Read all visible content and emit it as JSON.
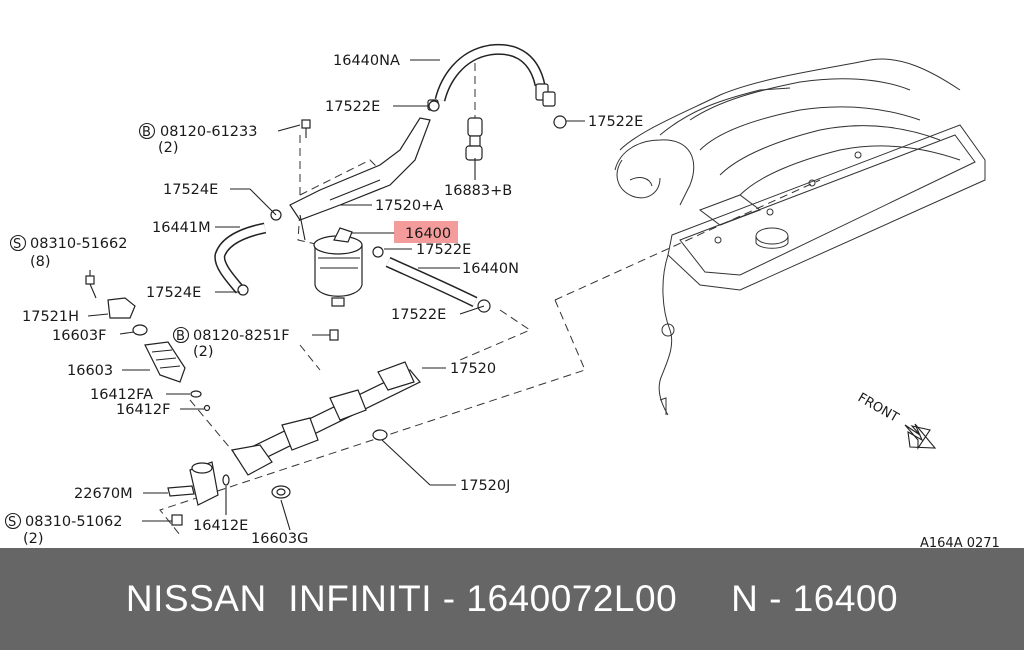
{
  "diagram": {
    "code": "A164A 0271",
    "front_label": "FRONT",
    "highlight_color": "#f28b8b",
    "labels": {
      "l16440NA": "16440NA",
      "l17522E_a": "17522E",
      "l17522E_b": "17522E",
      "l17522E_c": "17522E",
      "l17522E_d": "17522E",
      "l08120_61233": "08120-61233",
      "q2a": "(2)",
      "l17524E_a": "17524E",
      "l17524E_b": "17524E",
      "l17520A": "17520+A",
      "l16883B": "16883+B",
      "l16441M": "16441M",
      "l16400": "16400",
      "l16440N": "16440N",
      "l08310_51662": "08310-51662",
      "q8": "(8)",
      "l17521H": "17521H",
      "l16603F": "16603F",
      "l08120_8251F": "08120-8251F",
      "q2b": "(2)",
      "l16603": "16603",
      "l17520": "17520",
      "l16412FA": "16412FA",
      "l16412F": "16412F",
      "l17520J": "17520J",
      "l22670M": "22670M",
      "l08310_51062": "08310-51062",
      "q2c": "(2)",
      "l16412E": "16412E",
      "l16603G": "16603G",
      "mark_B": "B",
      "mark_S": "S"
    }
  },
  "footer": {
    "brand": "NISSAN  INFINITI",
    "sep1": " - ",
    "part_number": "1640072L00",
    "gap": "     ",
    "ref": "N - 16400"
  }
}
